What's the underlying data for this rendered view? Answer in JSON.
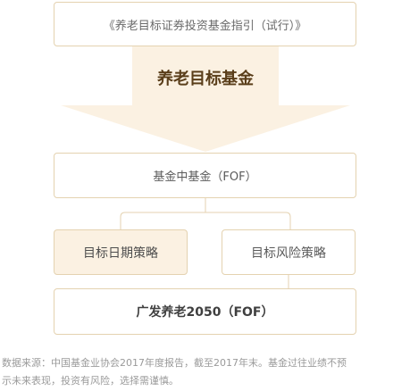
{
  "diagram": {
    "guideline": "《养老目标证券投资基金指引（试行）》",
    "category": "养老目标基金",
    "fof": "基金中基金（FOF）",
    "target_date": "目标日期策略",
    "target_risk": "目标风险策略",
    "product": "广发养老2050（FOF）"
  },
  "footnote": {
    "line1": "数据来源：中国基金业协会2017年度报告，截至2017年末。基金过往业绩不预",
    "line2": "示未来表现，投资有风险，选择需谨慎。"
  },
  "colors": {
    "border": "#e4d2b0",
    "arrow": "#fbf1e2",
    "highlight_fill": "#fbf1e2",
    "connector": "#e4d2b0"
  }
}
